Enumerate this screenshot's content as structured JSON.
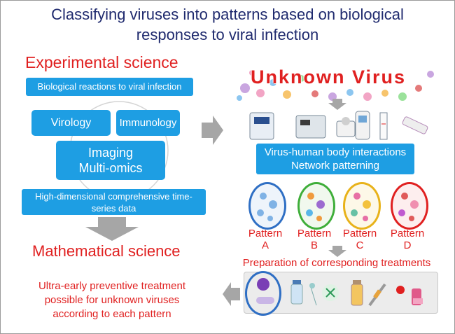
{
  "title_line1": "Classifying viruses into patterns based on biological",
  "title_line2": "responses to viral infection",
  "experimental_heading": "Experimental science",
  "bio_reactions": "Biological reactions to viral infection",
  "virology": "Virology",
  "immunology": "Immunology",
  "imaging": "Imaging",
  "multiomics": "Multi-omics",
  "highdim_line1": "High-dimensional comprehensive time-",
  "highdim_line2": "series data",
  "math_heading": "Mathematical science",
  "ultra_line1": "Ultra-early preventive treatment",
  "ultra_line2": "possible for unknown viruses",
  "ultra_line3": "according to each pattern",
  "unknown_virus": "Unknown Virus",
  "interactions_line1": "Virus-human body interactions",
  "interactions_line2": "Network patterning",
  "patterns": [
    {
      "word": "Pattern",
      "letter": "A",
      "color": "#2f6fc4"
    },
    {
      "word": "Pattern",
      "letter": "B",
      "color": "#3fae3a"
    },
    {
      "word": "Pattern",
      "letter": "C",
      "color": "#e8b21a"
    },
    {
      "word": "Pattern",
      "letter": "D",
      "color": "#e02020"
    }
  ],
  "preparation": "Preparation of corresponding treatments",
  "colors": {
    "blue_box": "#1e9ee3",
    "red": "#e02020",
    "title": "#1f2a6e",
    "arrow": "#a6a6a6"
  }
}
